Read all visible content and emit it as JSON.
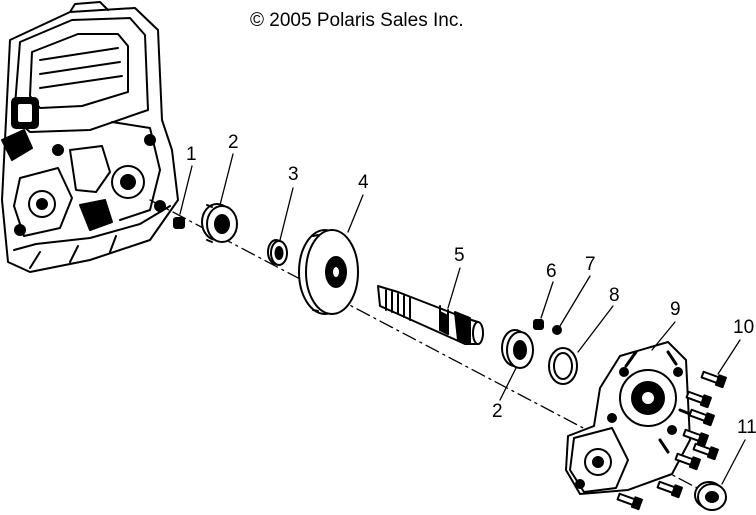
{
  "copyright": "© 2005 Polaris Sales Inc.",
  "callouts": [
    "1",
    "2",
    "3",
    "4",
    "5",
    "6",
    "7",
    "8",
    "9",
    "10",
    "2",
    "11"
  ]
}
